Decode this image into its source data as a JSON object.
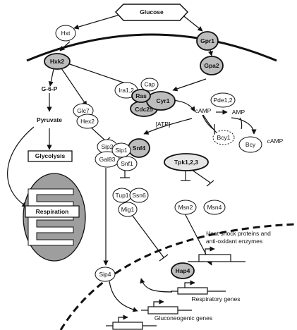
{
  "nodes": {
    "glucose": "Glucose",
    "hxt": "Hxt",
    "gpr1": "Gpr1",
    "hxk2": "Hxk2",
    "gpa2": "Gpa2",
    "g6p": "G-6-P",
    "pyruvate": "Pyruvate",
    "glycolysis": "Glycolysis",
    "respiration": "Respiration",
    "ira12": "Ira1,2",
    "cap": "Cap",
    "ras": "Ras",
    "cyr1": "Cyr1",
    "cdc25": "Cdc25",
    "glc7": "Glc7",
    "hex2": "Hex2",
    "atp": "[ATP]",
    "camp": "cAMP",
    "pde12": "Pde1,2",
    "amp": "AMP",
    "sip2": "Sip2",
    "sip1": "Sip1",
    "snf4": "Snf4",
    "gal83": "Gal83",
    "snf1": "Snf1",
    "bcy1": "Bcy1",
    "bcy": "Bcy",
    "camp2": "cAMP",
    "tpk123": "Tpk1,2,3",
    "tup1": "Tup1",
    "ssn6": "Ssn6",
    "mig1": "Mig1",
    "msn2": "Msn2",
    "msn4": "Msn4",
    "sip4": "Sip4",
    "hap4": "Hap4"
  },
  "genes": {
    "heat_shock_line1": "Heat shock proteins and",
    "heat_shock_line2": "anti-oxidant enzymes",
    "respiratory": "Respiratory genes",
    "gluconeogenic": "Gluconeogenic genes"
  },
  "colors": {
    "highlight_fill": "#bdbdbd",
    "mitochondrion_fill": "#9e9e9e",
    "line": "#111111"
  }
}
